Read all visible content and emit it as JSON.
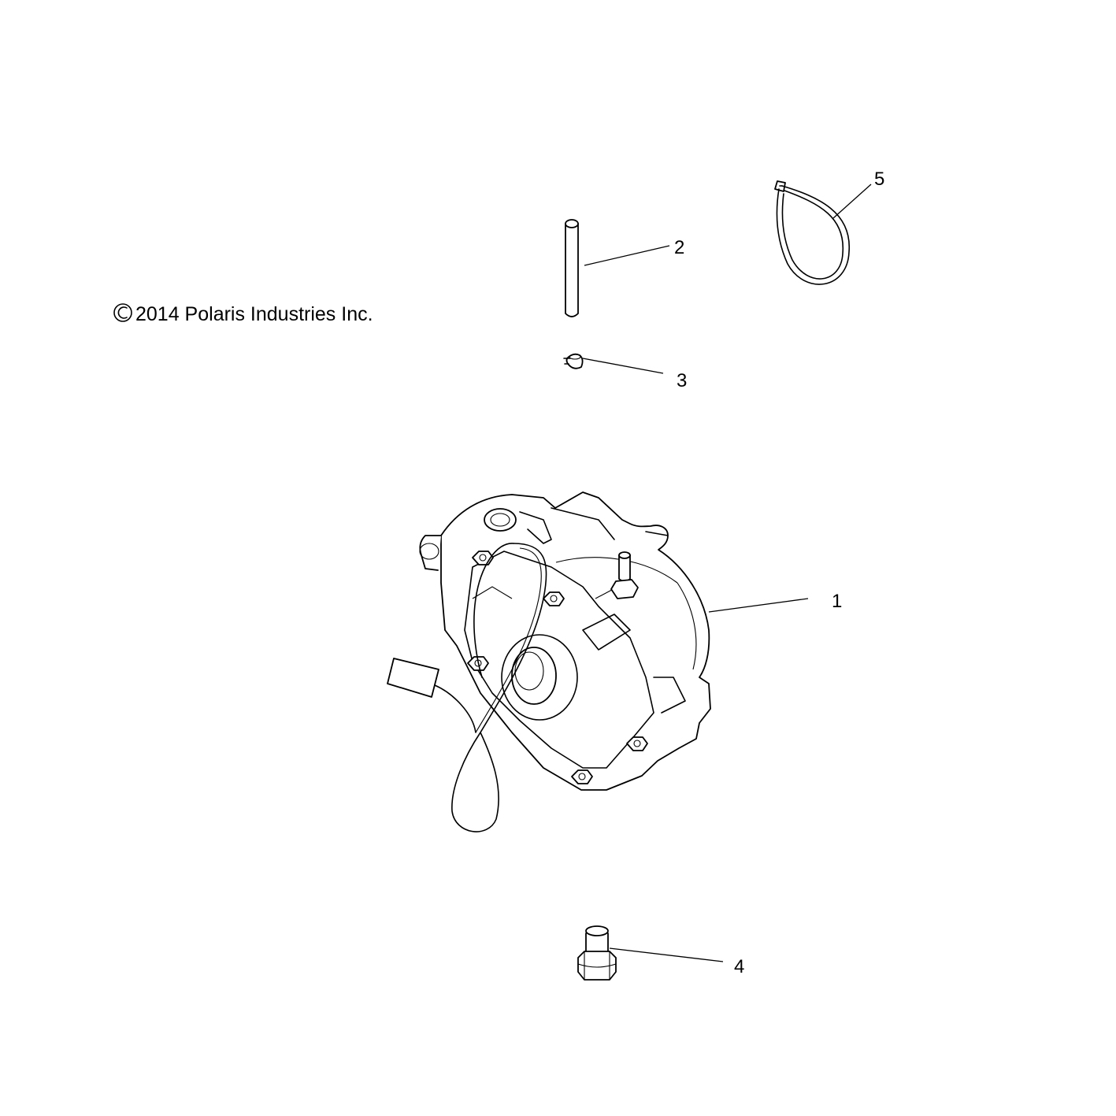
{
  "copyright": "2014 Polaris Industries Inc.",
  "callouts": [
    {
      "id": "1",
      "label": "1"
    },
    {
      "id": "2",
      "label": "2"
    },
    {
      "id": "3",
      "label": "3"
    },
    {
      "id": "4",
      "label": "4"
    },
    {
      "id": "5",
      "label": "5"
    }
  ],
  "parts": [
    {
      "callout": "1",
      "icon": "gearcase-housing-icon"
    },
    {
      "callout": "2",
      "icon": "vent-hose-icon"
    },
    {
      "callout": "3",
      "icon": "hose-clamp-icon"
    },
    {
      "callout": "4",
      "icon": "flange-bolt-icon"
    },
    {
      "callout": "5",
      "icon": "cable-tie-icon"
    }
  ],
  "colors": {
    "ink": "#000000",
    "paper": "#ffffff"
  }
}
